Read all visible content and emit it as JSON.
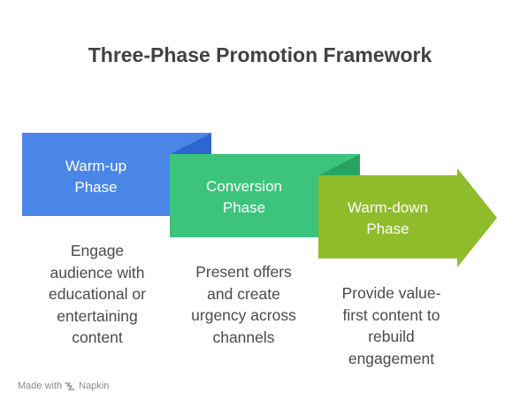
{
  "title": "Three-Phase Promotion Framework",
  "phases": [
    {
      "label_line1": "Warm-up",
      "label_line2": "Phase",
      "desc_lines": [
        "Engage",
        "audience with",
        "educational or",
        "entertaining",
        "content"
      ],
      "color": "#4A86E8",
      "fold_color": "#2E66D1"
    },
    {
      "label_line1": "Conversion",
      "label_line2": "Phase",
      "desc_lines": [
        "Present offers",
        "and create",
        "urgency across",
        "channels"
      ],
      "color": "#3CC47C",
      "fold_color": "#24A45F"
    },
    {
      "label_line1": "Warm-down",
      "label_line2": "Phase",
      "desc_lines": [
        "Provide value-",
        "first content to",
        "rebuild",
        "engagement"
      ],
      "color": "#8FBC2B",
      "fold_color": "#6E9A14"
    }
  ],
  "footer": {
    "made_with": "Made with",
    "brand": "Napkin",
    "icon": "napkin-logo-icon"
  }
}
